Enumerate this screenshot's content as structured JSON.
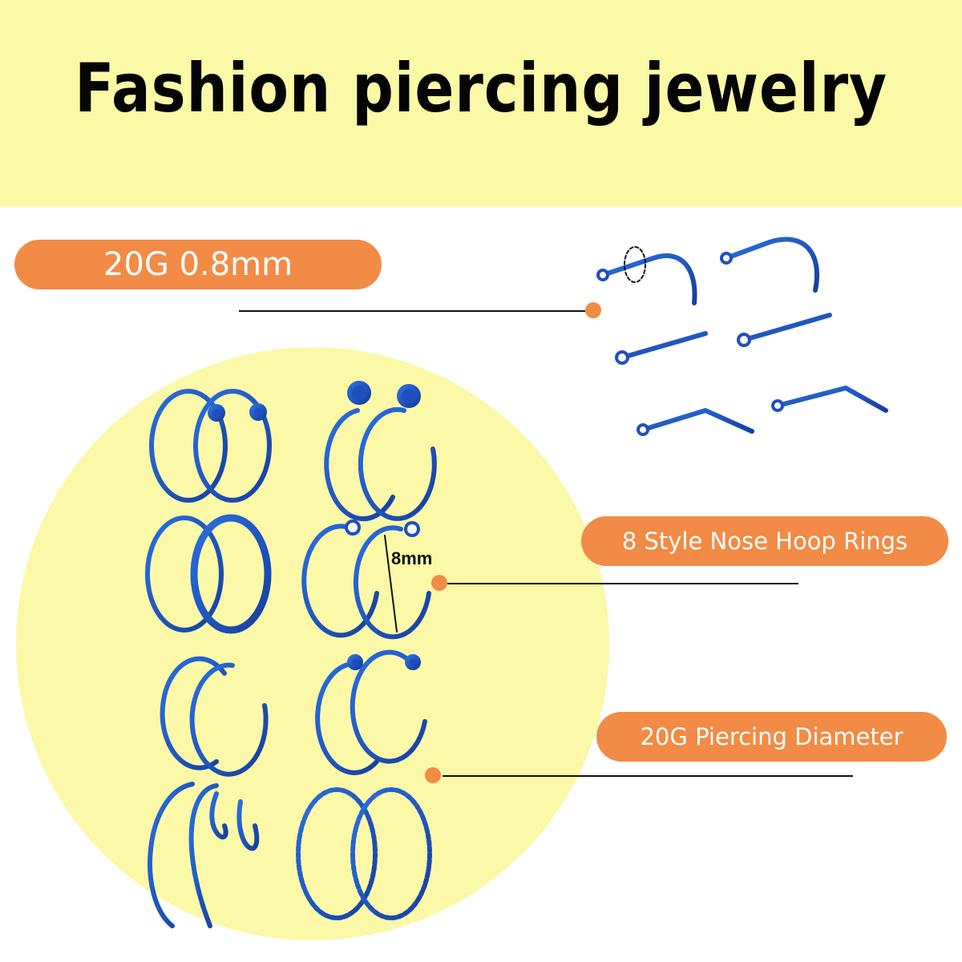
{
  "title": "Fashion piercing jewelry",
  "labels": {
    "gauge": "20G 0.8mm",
    "styles": "8 Style Nose Hoop Rings",
    "diameter": "20G Piercing Diameter"
  },
  "measurement": "8mm",
  "colors": {
    "banner": "#fbf9a6",
    "accent": "#f28b45",
    "jewelry": "#1f4fbf",
    "circle": "#fbf8a8"
  }
}
